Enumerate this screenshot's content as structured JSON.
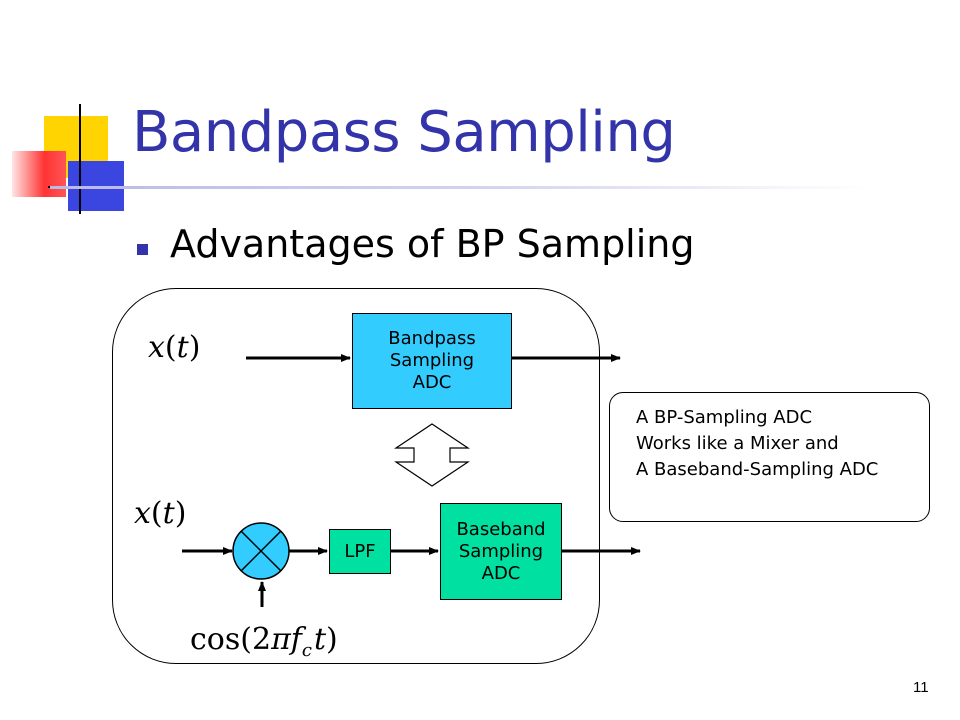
{
  "slide": {
    "title": "Bandpass Sampling",
    "bullet": "Advantages of BP Sampling",
    "page_number": "11"
  },
  "diagram": {
    "top_input_label": "x(t)",
    "bottom_input_label": "x(t)",
    "oscillator_label": "cos(2πf_c t)",
    "bandpass_adc": {
      "lines": "Bandpass\nSampling\nADC"
    },
    "lpf": {
      "label": "LPF"
    },
    "baseband_adc": {
      "lines": "Baseband\nSampling\nADC"
    },
    "note": {
      "line1": "A BP-Sampling ADC",
      "line2": "Works like a Mixer and",
      "line3": "A Baseband-Sampling ADC"
    },
    "colors": {
      "title": "#3333aa",
      "bandpass_adc_fill": "#33ccff",
      "baseband_fill": "#00e0a0"
    }
  }
}
